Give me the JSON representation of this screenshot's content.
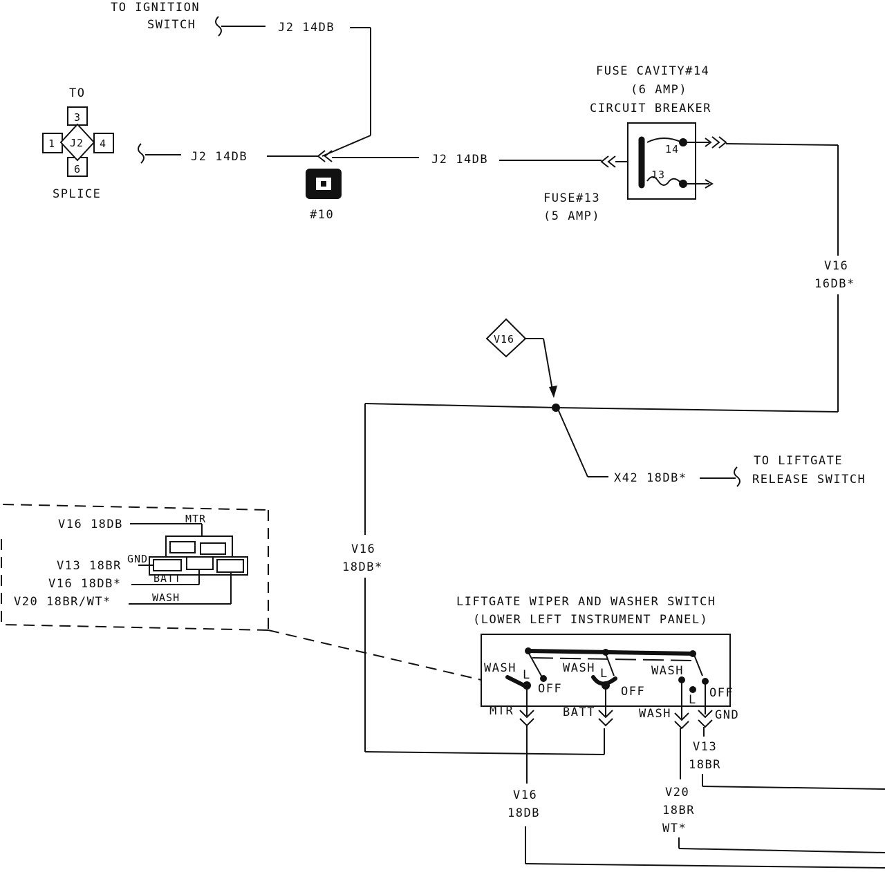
{
  "ignition": {
    "line1": "TO IGNITION",
    "line2": "SWITCH",
    "wire": "J2 14DB"
  },
  "splice": {
    "to": "TO",
    "center": "J2",
    "pin_top": "3",
    "pin_left": "1",
    "pin_right": "4",
    "pin_bottom": "6",
    "label": "SPLICE",
    "wire": "J2 14DB"
  },
  "connector10": {
    "label": "#10"
  },
  "mid_wire": "J2 14DB",
  "fuse_block": {
    "line1": "FUSE CAVITY#14",
    "line2": "(6 AMP)",
    "line3": "CIRCUIT BREAKER",
    "pin14": "14",
    "pin13": "13",
    "fuse13_line1": "FUSE#13",
    "fuse13_line2": "(5 AMP)"
  },
  "right_wire": {
    "line1": "V16",
    "line2": "16DB*"
  },
  "diamond": {
    "label": "V16"
  },
  "liftgate_release": {
    "wire": "X42 18DB*",
    "line1": "TO LIFTGATE",
    "line2": "RELEASE SWITCH"
  },
  "left_wire": {
    "line1": "V16",
    "line2": "18DB*"
  },
  "inset": {
    "v16_mtr": "V16 18DB",
    "mtr": "MTR",
    "v13": "V13 18BR",
    "gnd": "GND",
    "v16_batt": "V16 18DB*",
    "batt": "BATT",
    "v20": "V20 18BR/WT*",
    "wash": "WASH"
  },
  "switch": {
    "title1": "LIFTGATE WIPER AND WASHER SWITCH",
    "title2": "(LOWER LEFT INSTRUMENT PANEL)",
    "wash1": "WASH",
    "l1": "L",
    "off1": "OFF",
    "wash2": "WASH",
    "l2": "L",
    "off2": "OFF",
    "wash3": "WASH",
    "l3": "L",
    "off3": "OFF",
    "term_mtr": "MTR",
    "term_batt": "BATT",
    "term_wash": "WASH",
    "term_gnd": "GND"
  },
  "bottom": {
    "v13_1": "V13",
    "v13_2": "18BR",
    "v16_1": "V16",
    "v16_2": "18DB",
    "v20_1": "V20",
    "v20_2": "18BR",
    "v20_3": "WT*"
  }
}
